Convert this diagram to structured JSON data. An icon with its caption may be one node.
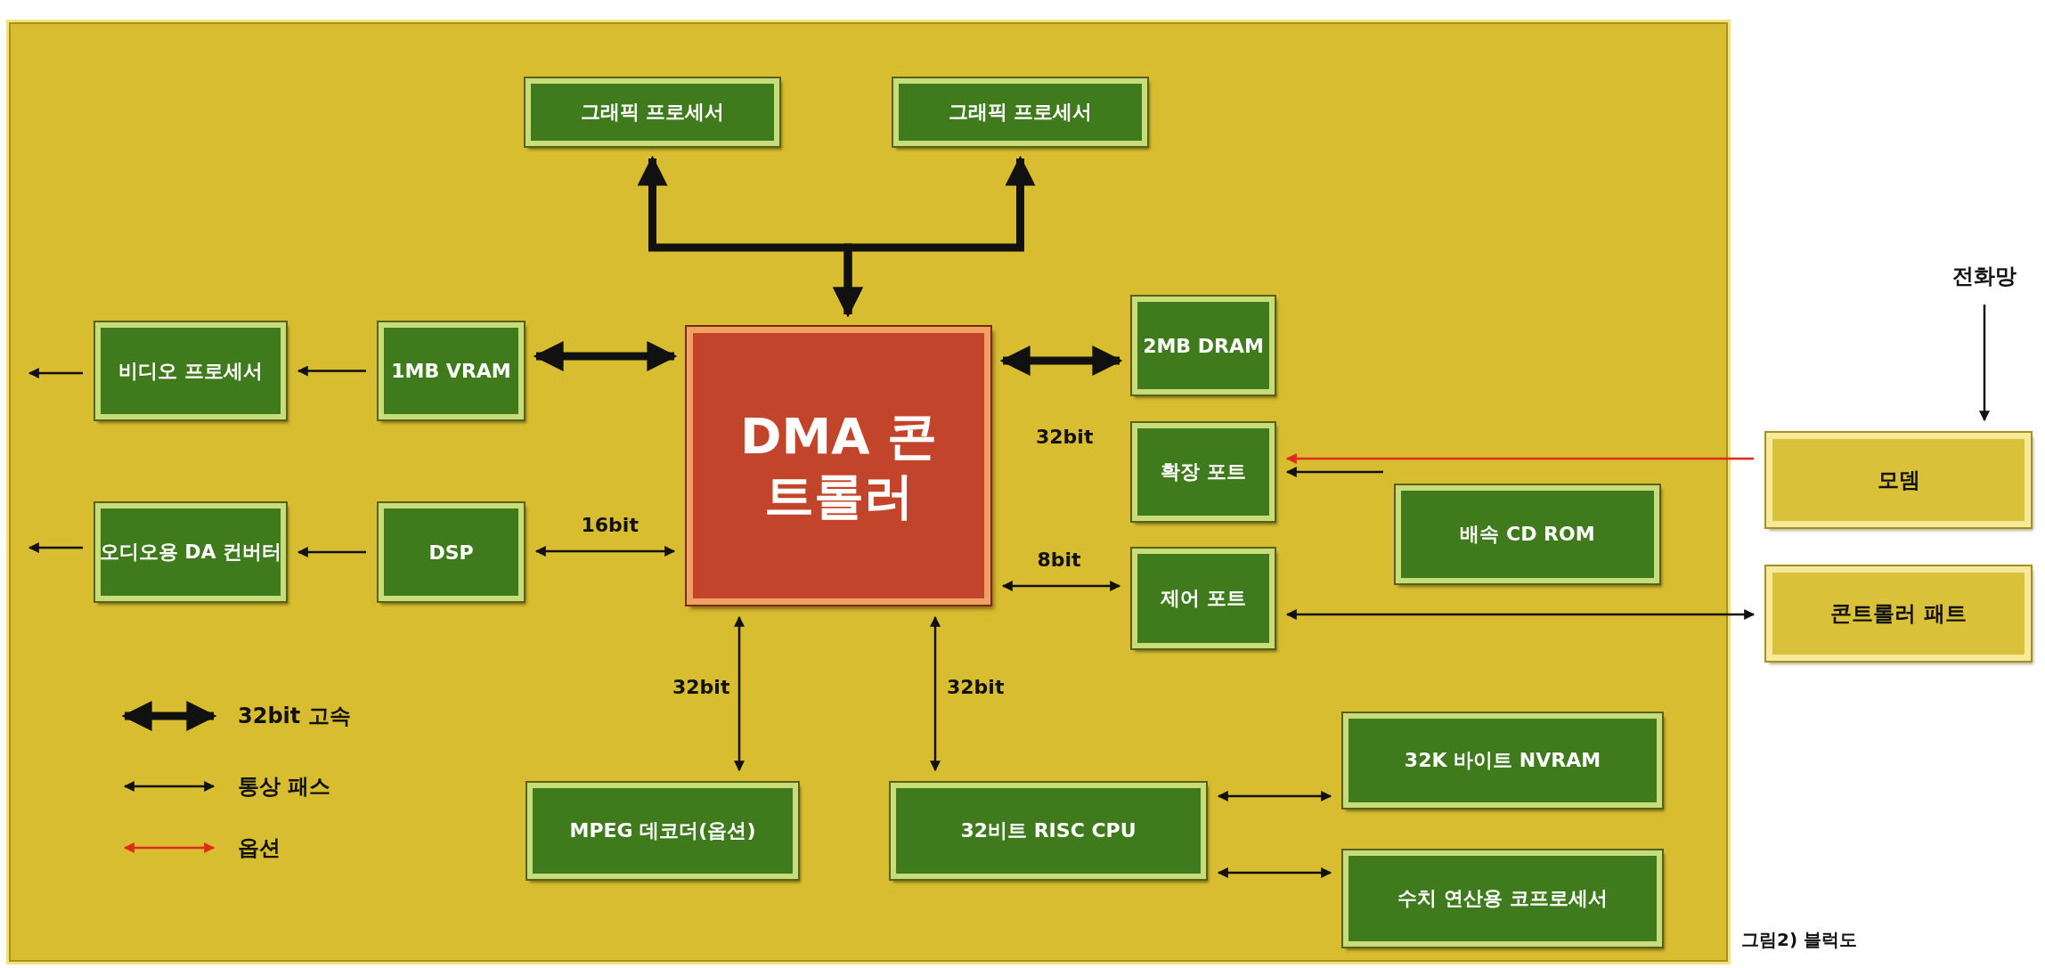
{
  "diagram": {
    "caption": "그림2) 블럭도",
    "nodes": [
      {
        "text": [
          "그래픽 프로세서"
        ]
      },
      {
        "text": [
          "그래픽 프로세서"
        ]
      },
      {
        "text": [
          "전화망"
        ]
      },
      {
        "text": [
          "비디오 프로세서"
        ]
      },
      {
        "text": [
          "1MB VRAM"
        ]
      },
      {
        "text": [
          "DMA 콘트롤러"
        ]
      },
      {
        "text": [
          "2MB DRAM"
        ]
      },
      {
        "text": [
          "확장 포트"
        ]
      },
      {
        "text": [
          "모뎀"
        ]
      },
      {
        "text": [
          "오디오용 DA 컨버터"
        ]
      },
      {
        "text": [
          "DSP"
        ]
      },
      {
        "text": [
          "배속 CD ROM"
        ]
      },
      {
        "text": [
          "제어 포트"
        ]
      },
      {
        "text": [
          "콘트롤러 패트"
        ]
      },
      {
        "text": [
          "MPEG 데코더(옵션)"
        ]
      },
      {
        "text": [
          "32비트 RISC CPU"
        ]
      },
      {
        "text": [
          "32K 바이트 NVRAM"
        ]
      },
      {
        "text": [
          "수치 연산용 코프로세서"
        ]
      }
    ],
    "edges": [
      {
        "from": 5,
        "to": 0,
        "arrow": "both",
        "style": "thick"
      },
      {
        "from": 5,
        "to": 1,
        "arrow": "both",
        "style": "thick"
      },
      {
        "from": 4,
        "to": 5,
        "arrow": "both",
        "style": "thick"
      },
      {
        "from": 5,
        "to": 6,
        "arrow": "both",
        "style": "thick"
      },
      {
        "from": 4,
        "to": 3,
        "arrow": "to"
      },
      {
        "from": 3,
        "to": null,
        "arrow": "to"
      },
      {
        "from": 10,
        "to": 9,
        "arrow": "to"
      },
      {
        "from": 9,
        "to": null,
        "arrow": "to"
      },
      {
        "from": 10,
        "to": 5,
        "label": "16bit",
        "arrow": "both"
      },
      {
        "from": 5,
        "to": 12,
        "label": "8bit",
        "arrow": "both"
      },
      {
        "from": 2,
        "to": 8,
        "arrow": "to"
      },
      {
        "from": 8,
        "to": 7,
        "arrow": "to",
        "color": "#e02a1c"
      },
      {
        "from": 11,
        "to": 7,
        "arrow": "to"
      },
      {
        "from": 12,
        "to": 13,
        "arrow": "both"
      },
      {
        "from": 5,
        "to": 14,
        "label": "32bit",
        "arrow": "both"
      },
      {
        "from": 5,
        "to": 15,
        "label": "32bit",
        "arrow": "both"
      },
      {
        "from": 15,
        "to": 16,
        "arrow": "both"
      },
      {
        "from": 15,
        "to": 17,
        "arrow": "both"
      }
    ],
    "labels": [
      "32bit"
    ],
    "legend": [
      {
        "text": "32bit 고속"
      },
      {
        "text": "통상 패스"
      },
      {
        "text": "옵션"
      }
    ]
  }
}
